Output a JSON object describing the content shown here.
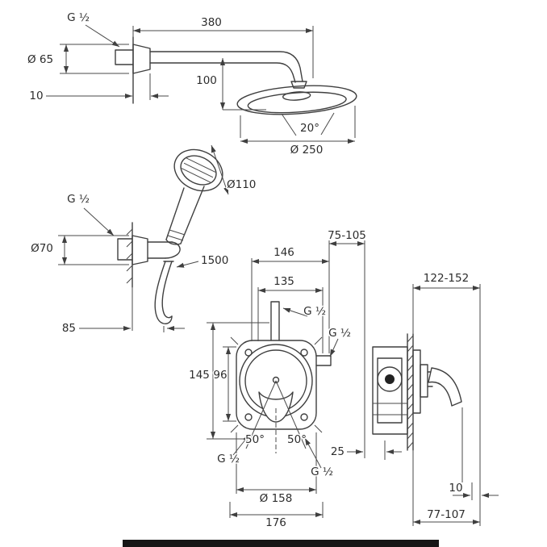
{
  "meta": {
    "background": "#ffffff",
    "line_color": "#3f3f3f",
    "text_color": "#2d2d2d"
  },
  "overhead_shower": {
    "thread_label": "G ½",
    "flange_diameter": "Ø 65",
    "arm_projection": "380",
    "head_height": "100",
    "wall_offset": "10",
    "spray_angle": "20°",
    "head_diameter": "Ø 250"
  },
  "hand_shower": {
    "head_diameter": "Ø110",
    "thread_label": "G ½",
    "holder_flange_diameter": "Ø70",
    "hose_length": "1500",
    "holder_projection": "85"
  },
  "mixer_front": {
    "body_width": "146",
    "inner_width": "135",
    "depth_range": "75-105",
    "thread_top": "G ½",
    "thread_side": "G ½",
    "body_height": "145",
    "inner_height": "96",
    "angle_left": "50°",
    "angle_right": "50°",
    "thread_bottom_left": "G ½",
    "thread_bottom_right": "G ½",
    "plate_diameter": "Ø 158",
    "plate_width": "176"
  },
  "mixer_side": {
    "projection_range": "122-152",
    "body_recess": "25",
    "plate_offset": "10",
    "depth_range": "77-107"
  }
}
